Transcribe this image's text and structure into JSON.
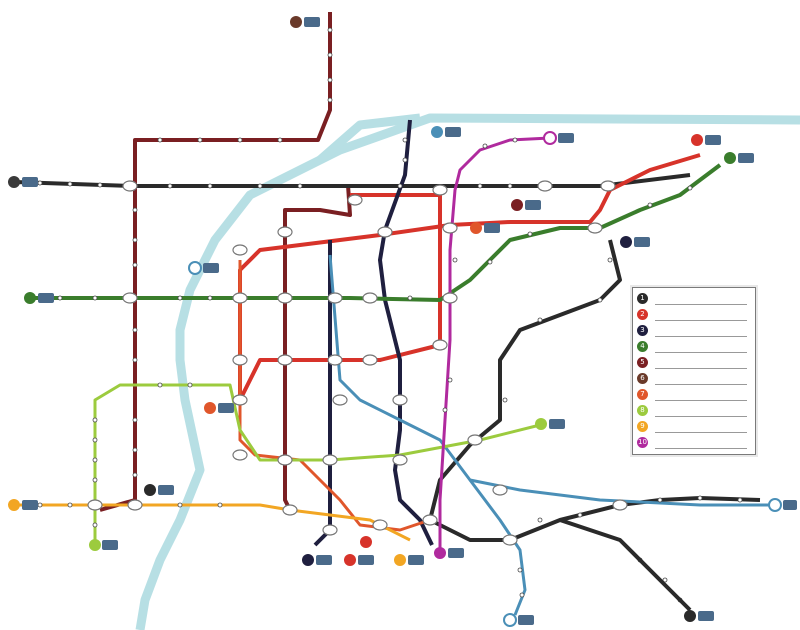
{
  "colors": {
    "river": "#b7dfe4",
    "line1": "#2a2a2a",
    "line2": "#7a1f22",
    "line3": "#e0562b",
    "line4": "#3a7d2c",
    "line5": "#b02a9e",
    "line6": "#1f1f3f",
    "line7": "#d7332a",
    "line8": "#4a8fb7",
    "line9": "#9ccb3e",
    "line10": "#f2a623"
  },
  "terminal_badges": [
    {
      "line": "1",
      "color": "#6a3a2a"
    },
    {
      "line": "2",
      "color": "#3a3a3a"
    },
    {
      "line": "3",
      "color": "#e0562b"
    },
    {
      "line": "4",
      "color": "#3a7d2c"
    },
    {
      "line": "5",
      "color": "#b02a9e"
    },
    {
      "line": "6",
      "color": "#1f1f3f"
    },
    {
      "line": "7",
      "color": "#d7332a"
    },
    {
      "line": "8",
      "color": "#4a8fb7"
    },
    {
      "line": "9",
      "color": "#9ccb3e"
    },
    {
      "line": "10",
      "color": "#f2a623"
    }
  ],
  "legend": [
    {
      "num": "1",
      "color": "#2a2a2a"
    },
    {
      "num": "2",
      "color": "#d7332a"
    },
    {
      "num": "3",
      "color": "#1f1f3f"
    },
    {
      "num": "4",
      "color": "#3a7d2c"
    },
    {
      "num": "5",
      "color": "#7a1f22"
    },
    {
      "num": "6",
      "color": "#6a3a2a"
    },
    {
      "num": "7",
      "color": "#e0562b"
    },
    {
      "num": "8",
      "color": "#9ccb3e"
    },
    {
      "num": "9",
      "color": "#f2a623"
    },
    {
      "num": "10",
      "color": "#b02a9e"
    }
  ]
}
